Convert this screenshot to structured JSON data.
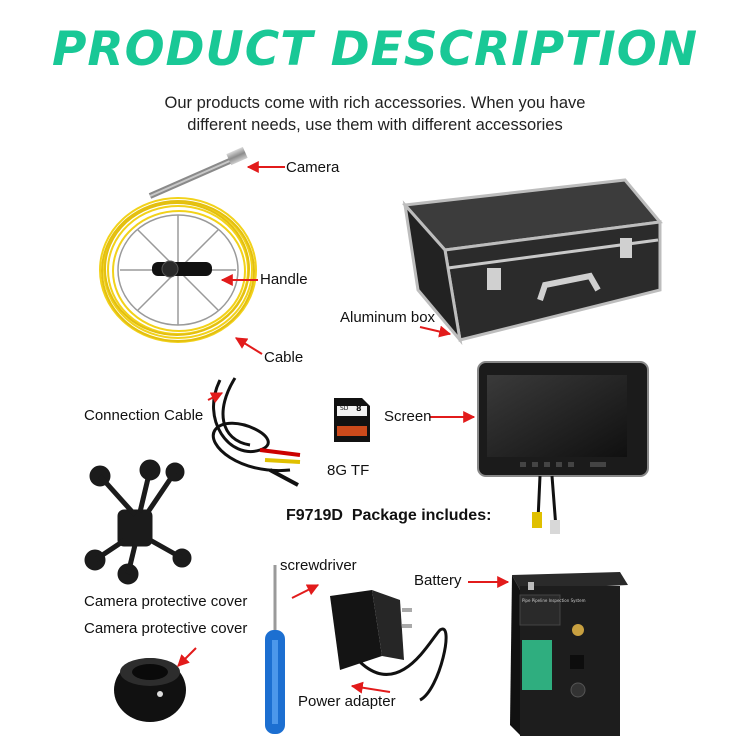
{
  "header": {
    "title": "PRODUCT DESCRIPTION",
    "subtitle_line1": "Our products come with rich accessories. When you have",
    "subtitle_line2": "different needs, use them with different accessories"
  },
  "labels": {
    "camera": "Camera",
    "handle": "Handle",
    "cable": "Cable",
    "aluminum_box": "Aluminum box",
    "connection_cable": "Connection Cable",
    "screen": "Screen",
    "sd_card": "8G TF",
    "package": "F9719D  Package includes:",
    "screwdriver": "screwdriver",
    "battery": "Battery",
    "protective_cover_1": "Camera protective cover",
    "protective_cover_2": "Camera protective cover",
    "power_adapter": "Power adapter"
  },
  "sd_card_print": {
    "top": "SD",
    "capacity": "8"
  },
  "battery_print": {
    "title": "Pipe Pipeline Inspection System"
  },
  "colors": {
    "title": "#19c896",
    "arrow": "#e21b1b",
    "cable_yellow": "#f2d21a",
    "case": "#2b2b2b",
    "screwdriver": "#1c6fd1"
  }
}
